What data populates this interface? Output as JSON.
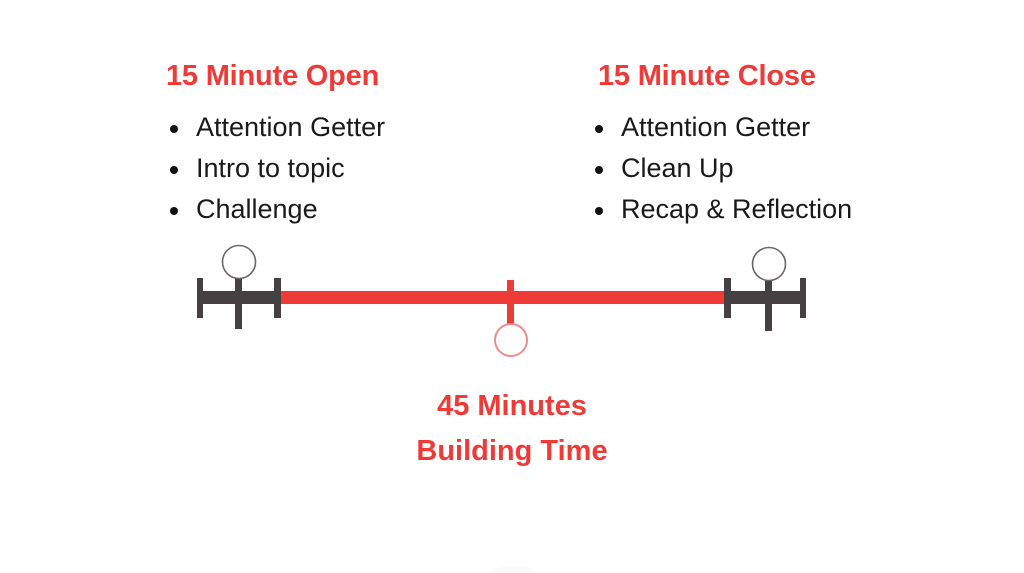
{
  "diagram": {
    "title_left": "15 Minute Open",
    "title_right": "15 Minute Close",
    "left_bullets": [
      "Attention Getter",
      "Intro to topic",
      "Challenge"
    ],
    "right_bullets": [
      "Attention Getter",
      "Clean Up",
      "Recap & Reflection"
    ],
    "caption_line1": "45 Minutes",
    "caption_line2": "Building Time",
    "colors": {
      "accent_red": "#ee3b37",
      "bar_dark": "#454142",
      "text_dark": "#1a1a1a",
      "background": "#ffffff",
      "circle_outline_dark": "#6b6668",
      "circle_outline_red": "#f08b88"
    },
    "segments": [
      {
        "name": "open",
        "label": "15 Minute Open",
        "duration": "15 Minute",
        "style": "dark"
      },
      {
        "name": "building",
        "label": "45 Minutes Building Time",
        "duration": "45 Minutes",
        "style": "red"
      },
      {
        "name": "close",
        "label": "15 Minute Close",
        "duration": "15 Minute",
        "style": "dark"
      }
    ]
  }
}
